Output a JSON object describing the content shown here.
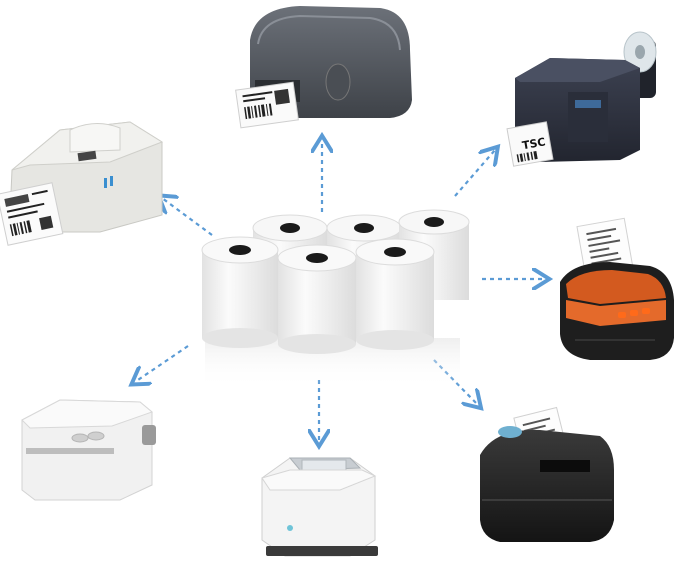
{
  "scene": {
    "description_free": true,
    "background": "#ffffff",
    "arrow_color": "#5b9bd5",
    "center": {
      "item": "thermal-paper-rolls",
      "roll_count": 6,
      "roll_color": "#f3f3f3",
      "core_color": "#1a1a1a"
    },
    "printers": [
      {
        "id": "top",
        "color": "#5a5f66",
        "label": ""
      },
      {
        "id": "top-right",
        "color": "#2f3340",
        "label": "TSC"
      },
      {
        "id": "left",
        "color": "#e6e6e2",
        "label": ""
      },
      {
        "id": "right",
        "color": "#d35a1f",
        "label": ""
      },
      {
        "id": "bottom-left",
        "color": "#f1f1f1",
        "label": ""
      },
      {
        "id": "bottom",
        "color": "#f4f4f4",
        "label": ""
      },
      {
        "id": "bottom-right",
        "color": "#222222",
        "label": ""
      }
    ]
  },
  "labels": {
    "tsc_logo": "TSC"
  }
}
